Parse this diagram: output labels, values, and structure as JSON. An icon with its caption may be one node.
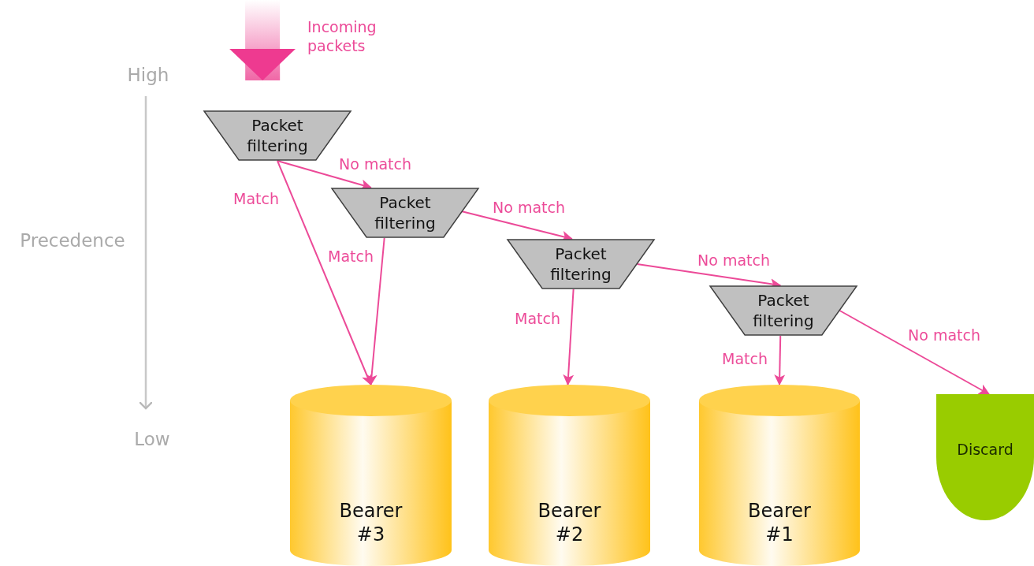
{
  "diagram": {
    "nodes": [
      {
        "text": [
          "Packet filtering"
        ]
      },
      {
        "text": [
          "Packet filtering"
        ]
      },
      {
        "text": [
          "Packet filtering"
        ]
      },
      {
        "text": [
          "Packet filtering"
        ]
      },
      {
        "text": [
          "Bearer #3"
        ]
      },
      {
        "text": [
          "Bearer #2"
        ]
      },
      {
        "text": [
          "Bearer #1"
        ]
      },
      {
        "text": [
          "Discard"
        ]
      }
    ],
    "edges": [
      {
        "from": null,
        "to": 0,
        "arrow": "to",
        "label": "Incoming packets",
        "style": "thick"
      },
      {
        "from": 0,
        "to": 1,
        "arrow": "to",
        "label": "No match"
      },
      {
        "from": 0,
        "to": 4,
        "arrow": "to",
        "label": "Match"
      },
      {
        "from": 1,
        "to": 4,
        "arrow": "to",
        "label": "Match"
      },
      {
        "from": 1,
        "to": 2,
        "arrow": "to",
        "label": "No match"
      },
      {
        "from": 2,
        "to": 5,
        "arrow": "to",
        "label": "Match"
      },
      {
        "from": 2,
        "to": 3,
        "arrow": "to",
        "label": "No match"
      },
      {
        "from": 3,
        "to": 6,
        "arrow": "to",
        "label": "Match"
      },
      {
        "from": 3,
        "to": 7,
        "arrow": "to",
        "label": "No match"
      }
    ],
    "labels": [
      "High",
      "Precedence",
      "Low"
    ]
  }
}
